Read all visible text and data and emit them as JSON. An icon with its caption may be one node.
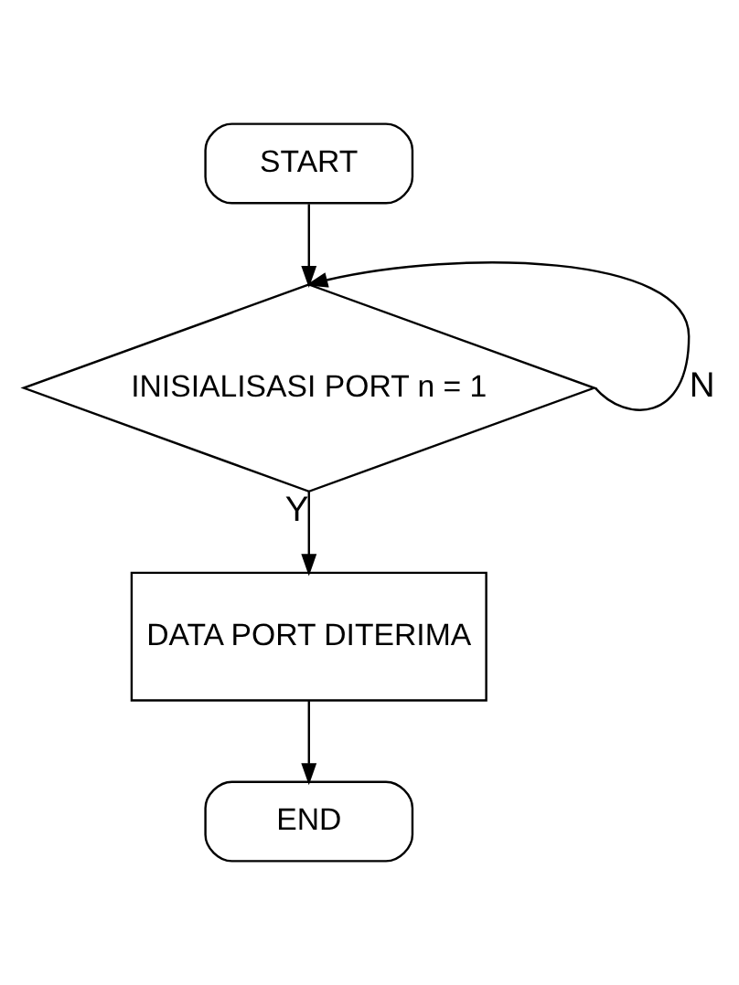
{
  "diagram": {
    "nodes": [
      {
        "text": [
          "START"
        ]
      },
      {
        "text": [
          "INISIALISASI PORT n = 1"
        ]
      },
      {
        "text": [
          "DATA PORT DITERIMA"
        ]
      },
      {
        "text": [
          "END"
        ]
      }
    ],
    "edges": [
      {
        "from": 0,
        "to": 1,
        "arrow": "to"
      },
      {
        "from": 1,
        "to": 2,
        "label": "Y",
        "arrow": "to"
      },
      {
        "from": 2,
        "to": 3,
        "arrow": "to"
      },
      {
        "from": 1,
        "to": 1,
        "label": "N",
        "arrow": "to"
      }
    ]
  }
}
